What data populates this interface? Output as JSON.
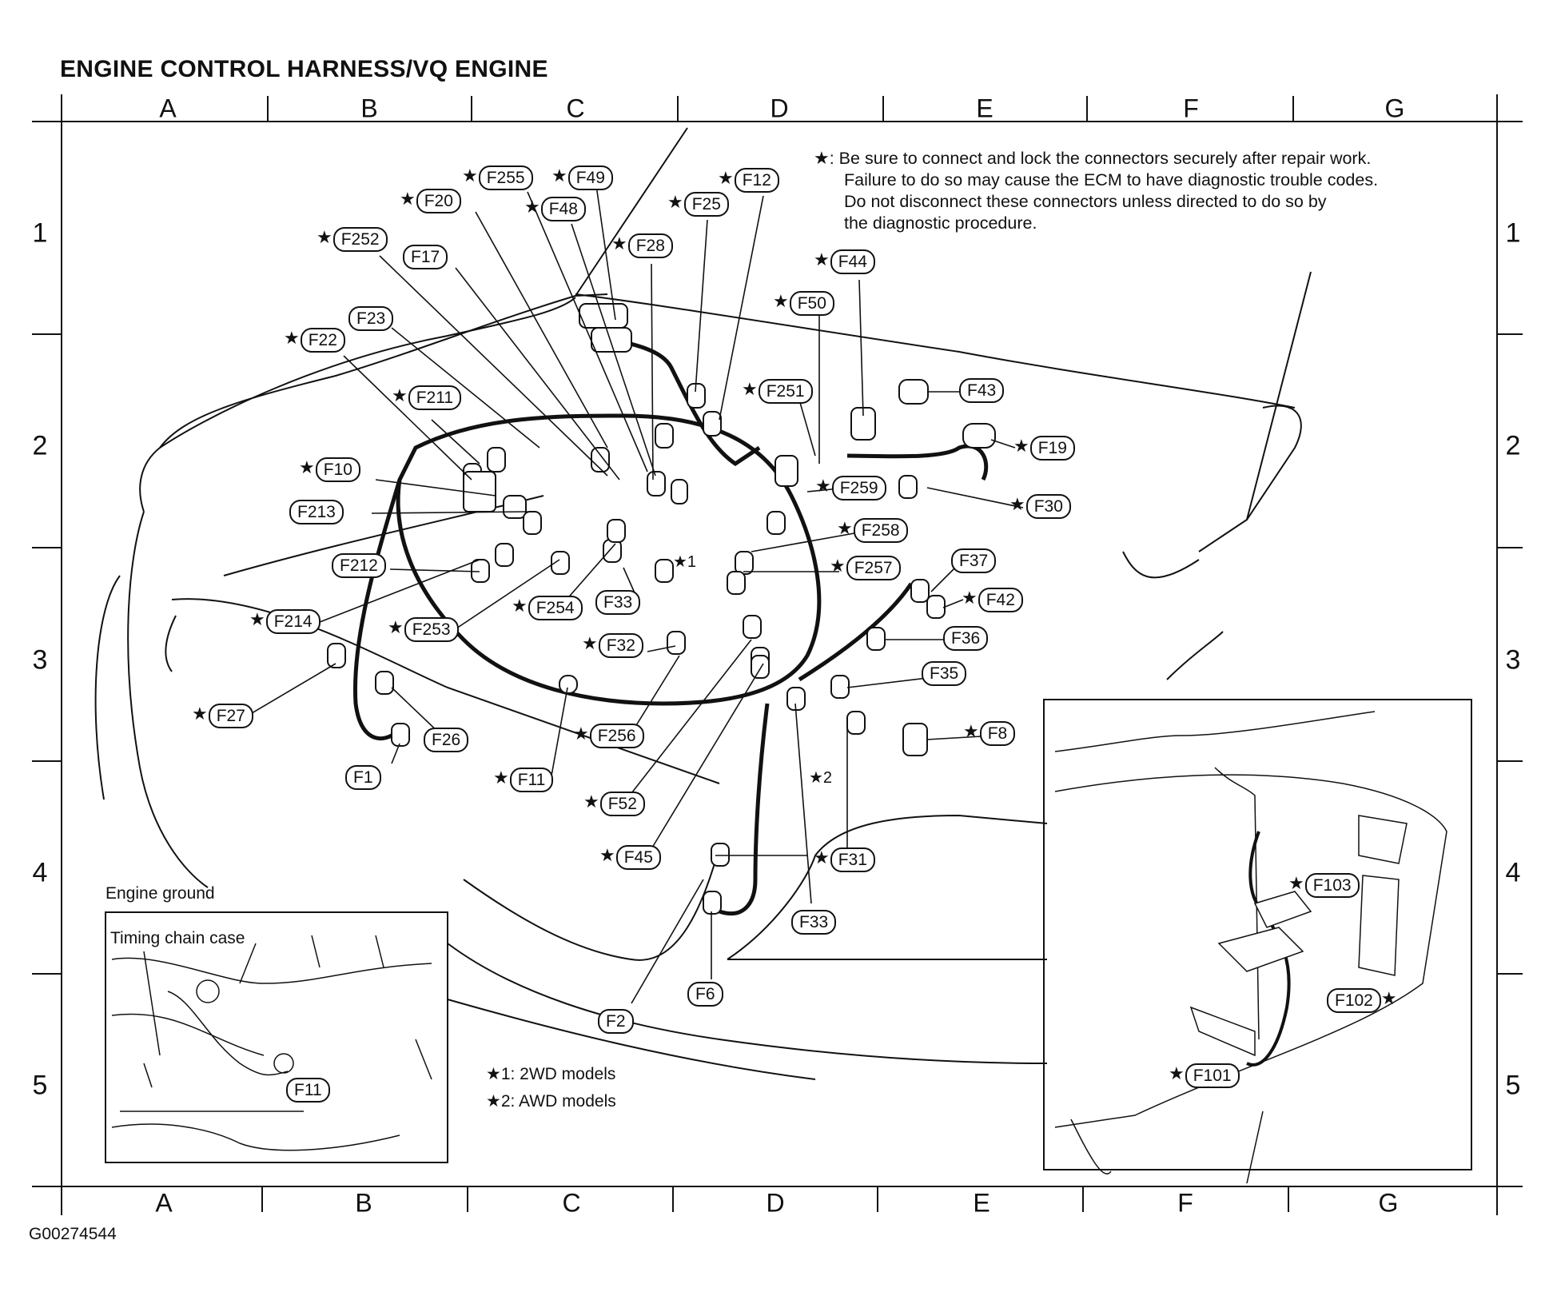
{
  "title": "ENGINE CONTROL HARNESS/VQ ENGINE",
  "columns": [
    "A",
    "B",
    "C",
    "D",
    "E",
    "F",
    "G"
  ],
  "rows": [
    "1",
    "2",
    "3",
    "4",
    "5"
  ],
  "note": {
    "star": "★",
    "line1": ": Be sure to connect and lock the connectors securely after repair work.",
    "line2": "Failure to do so may cause the ECM to have diagnostic trouble codes.",
    "line3": "Do not disconnect these connectors unless directed to do so by",
    "line4": "the diagnostic procedure."
  },
  "legend": {
    "item1": "★1: 2WD models",
    "item2": "★2: AWD models"
  },
  "marks": {
    "m1": "★1",
    "m2": "★2"
  },
  "inset_ground": {
    "caption": "Engine ground",
    "sub": "Timing chain case",
    "connector": "F11"
  },
  "footer_id": "G00274544",
  "callouts": [
    {
      "id": "F255",
      "star": true
    },
    {
      "id": "F49",
      "star": true
    },
    {
      "id": "F12",
      "star": true
    },
    {
      "id": "F20",
      "star": true
    },
    {
      "id": "F48",
      "star": true
    },
    {
      "id": "F25",
      "star": true
    },
    {
      "id": "F252",
      "star": true
    },
    {
      "id": "F17",
      "star": false
    },
    {
      "id": "F28",
      "star": true
    },
    {
      "id": "F44",
      "star": true
    },
    {
      "id": "F23",
      "star": false
    },
    {
      "id": "F50",
      "star": true
    },
    {
      "id": "F22",
      "star": true
    },
    {
      "id": "F43",
      "star": false
    },
    {
      "id": "F211",
      "star": true
    },
    {
      "id": "F251",
      "star": true
    },
    {
      "id": "F19",
      "star": true
    },
    {
      "id": "F10",
      "star": true
    },
    {
      "id": "F259",
      "star": true
    },
    {
      "id": "F213",
      "star": false
    },
    {
      "id": "F30",
      "star": true
    },
    {
      "id": "F258",
      "star": true
    },
    {
      "id": "F212",
      "star": false
    },
    {
      "id": "F37",
      "star": false
    },
    {
      "id": "F257",
      "star": true
    },
    {
      "id": "F42",
      "star": true
    },
    {
      "id": "F254",
      "star": true
    },
    {
      "id": "F33",
      "star": false
    },
    {
      "id": "F214",
      "star": true
    },
    {
      "id": "F253",
      "star": true
    },
    {
      "id": "F36",
      "star": false
    },
    {
      "id": "F32",
      "star": true
    },
    {
      "id": "F35",
      "star": false
    },
    {
      "id": "F27",
      "star": true
    },
    {
      "id": "F256",
      "star": true
    },
    {
      "id": "F8",
      "star": true
    },
    {
      "id": "F26",
      "star": false
    },
    {
      "id": "F1",
      "star": false
    },
    {
      "id": "F11",
      "star": true
    },
    {
      "id": "F52",
      "star": true
    },
    {
      "id": "F45",
      "star": true
    },
    {
      "id": "F31",
      "star": true
    },
    {
      "id": "F33",
      "star": false
    },
    {
      "id": "F6",
      "star": false
    },
    {
      "id": "F2",
      "star": false
    },
    {
      "id": "F103",
      "star": true
    },
    {
      "id": "F102",
      "star": true
    },
    {
      "id": "F101",
      "star": true
    }
  ]
}
